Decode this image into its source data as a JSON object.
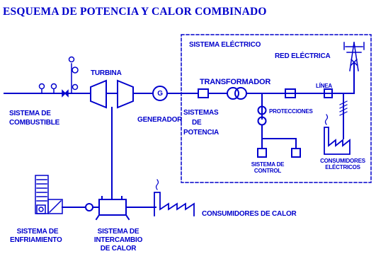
{
  "title": "ESQUEMA DE POTENCIA Y CALOR COMBINADO",
  "colors": {
    "ink": "#0000cc",
    "background": "#ffffff"
  },
  "labels": {
    "sistema_electrico": "SISTEMA ELÉCTRICO",
    "red_electrica": "RED ELÉCTRICA",
    "turbina": "TURBINA",
    "transformador": "TRANSFORMADOR",
    "linea": "LÍNEA",
    "protecciones": "PROTECCIONES",
    "generador_symbol": "G",
    "generador": "GENERADOR",
    "sistemas_de_potencia": [
      "SISTEMAS",
      "DE",
      "POTENCIA"
    ],
    "sistema_de_combustible": [
      "SISTEMA DE",
      "COMBUSTIBLE"
    ],
    "sistema_de_control": [
      "SISTEMA DE",
      "CONTROL"
    ],
    "consumidores_electricos": [
      "CONSUMIDORES",
      "ELÉCTRICOS"
    ],
    "consumidores_de_calor": "CONSUMIDORES DE CALOR",
    "sistema_de_enfriamiento": [
      "SISTEMA DE",
      "ENFRIAMIENTO"
    ],
    "sistema_de_intercambio_de_calor": [
      "SISTEMA DE",
      "INTERCAMBIO",
      "DE CALOR"
    ]
  },
  "icons": [
    "fuel-valve-icon",
    "turbine-icon",
    "generator-icon",
    "transformer-icon",
    "breaker-icon",
    "transmission-tower-icon",
    "cooling-tower-icon",
    "heat-exchanger-icon",
    "factory-icon",
    "pump-icon"
  ]
}
